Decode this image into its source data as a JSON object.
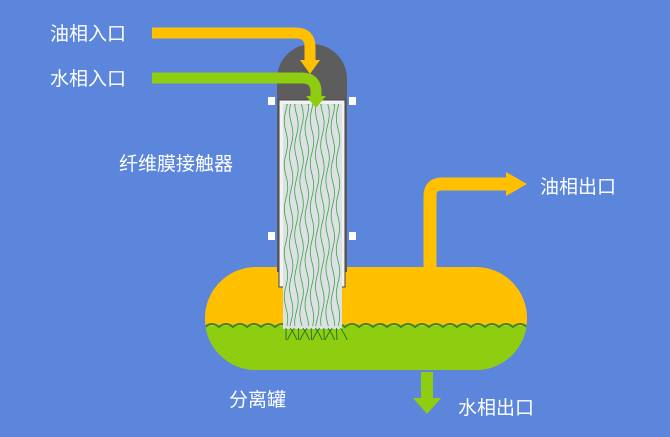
{
  "labels": {
    "oil_inlet": "油相入口",
    "water_inlet": "水相入口",
    "contactor": "纤维膜接触器",
    "oil_outlet": "油相出口",
    "separator": "分离罐",
    "water_outlet": "水相出口"
  },
  "colors": {
    "background": "#5b86dc",
    "oil": "#fec000",
    "water": "#8fcd10",
    "housing": "#5d5d5d",
    "fiber": "#dde1e6",
    "fiber_line": "#3aa640"
  }
}
